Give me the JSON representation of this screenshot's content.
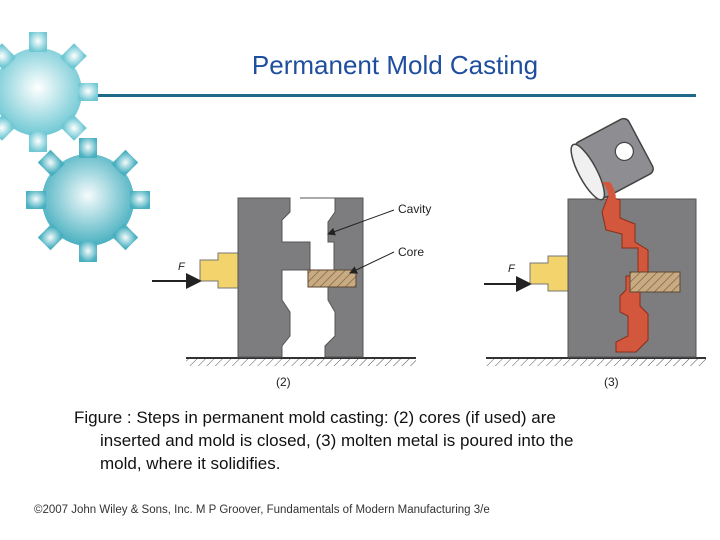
{
  "slide": {
    "title": "Permanent Mold Casting",
    "caption_lines": [
      "Figure :  Steps in permanent mold casting: (2) cores (if used) are",
      "inserted and mold is closed, (3) molten metal is poured into the",
      "mold, where it solidifies."
    ],
    "footer": "©2007 John Wiley & Sons, Inc.  M P Groover, Fundamentals of Modern Manufacturing 3/e"
  },
  "figure": {
    "labels": {
      "cavity": "Cavity",
      "core": "Core",
      "force_left": "F",
      "force_right": "F",
      "step_left": "(2)",
      "step_right": "(3)"
    }
  },
  "colors": {
    "title": "#1f4e9e",
    "rule": "#1f6a8a",
    "mold_gray": "#7d7d80",
    "force_yellow": "#f3d36b",
    "molten_metal": "#d2573c",
    "core_tan": "#c8ab82",
    "gear_cyan": "#5fc1cf"
  },
  "icons": [
    "gear-icon",
    "gear-icon",
    "ladle-icon",
    "arrow-icon"
  ]
}
